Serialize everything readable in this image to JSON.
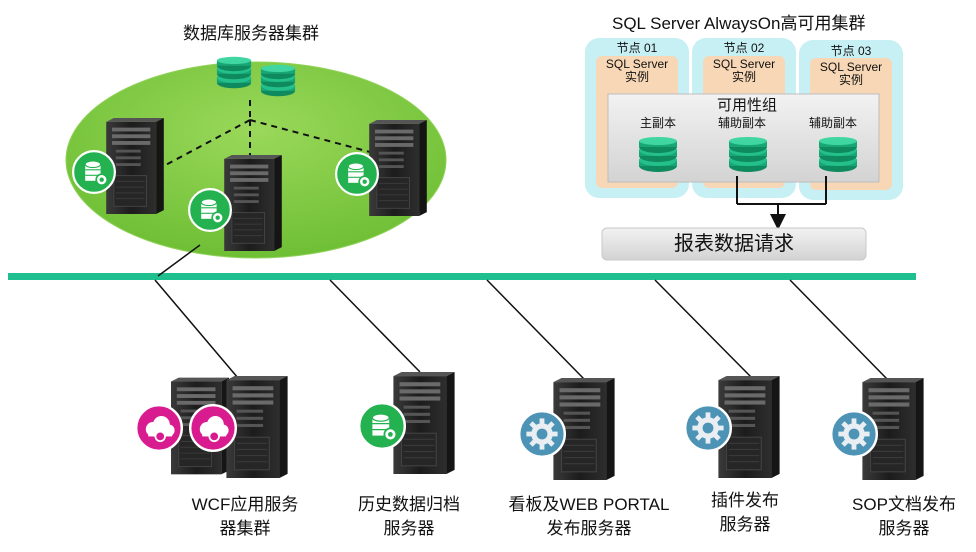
{
  "db_cluster": {
    "title": "数据库服务器集群"
  },
  "alwayson": {
    "title": "SQL Server AlwaysOn高可用集群",
    "nodes": [
      {
        "label": "节点 01",
        "instance_line1": "SQL Server",
        "instance_line2": "实例"
      },
      {
        "label": "节点 02",
        "instance_line1": "SQL Server",
        "instance_line2": "实例"
      },
      {
        "label": "节点 03",
        "instance_line1": "SQL Server",
        "instance_line2": "实例"
      }
    ],
    "group_title": "可用性组",
    "replicas": [
      {
        "label": "主副本"
      },
      {
        "label": "辅助副本"
      },
      {
        "label": "辅助副本"
      }
    ]
  },
  "report_request": {
    "label": "报表数据请求"
  },
  "servers": [
    {
      "line1": "WCF应用服务",
      "line2": "器集群"
    },
    {
      "line1": "历史数据归档",
      "line2": "服务器"
    },
    {
      "line1": "看板及WEB PORTAL",
      "line2": "发布服务器"
    },
    {
      "line1": "插件发布",
      "line2": "服务器"
    },
    {
      "line1": "SOP文档发布",
      "line2": "服务器"
    }
  ],
  "colors": {
    "bus": "#1fbf8f",
    "cluster_fill": "#7dc83e",
    "node_outer": "#c7f0f5",
    "node_inner": "#f7d7b5",
    "db_green": "#1aa97a",
    "cloud_badge": "#d81b8f",
    "gear_badge": "#4c93b6",
    "db_badge": "#24b14f"
  },
  "icons": [
    "tower-server-icon",
    "database-stack-icon",
    "cloud-badge-icon",
    "gear-badge-icon",
    "database-badge-icon"
  ]
}
